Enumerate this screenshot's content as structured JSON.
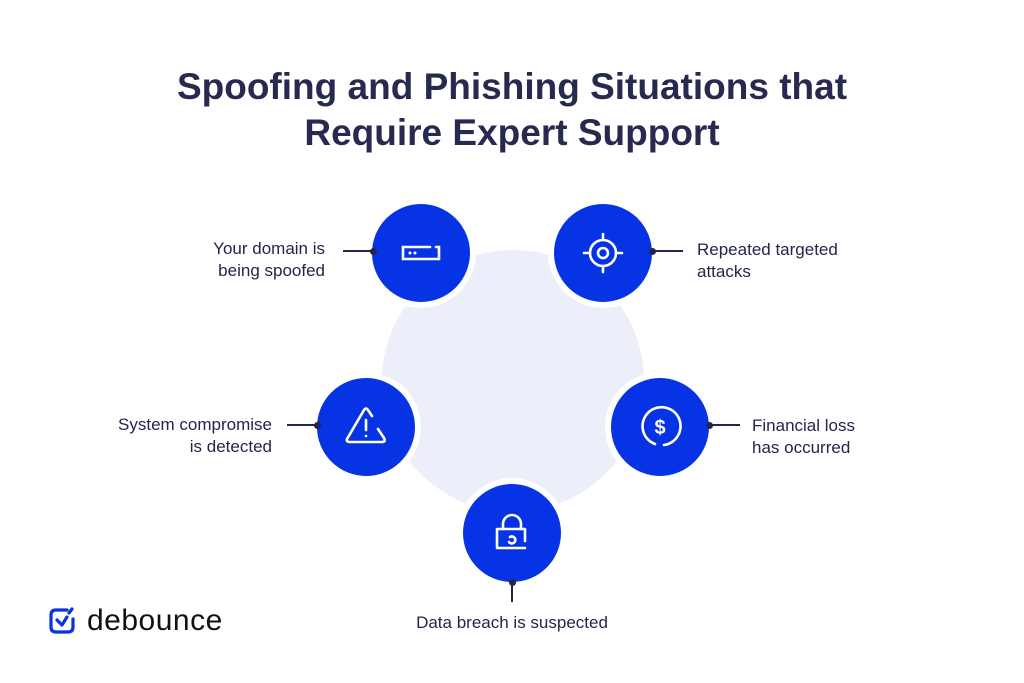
{
  "title_line1": "Spoofing and Phishing Situations that",
  "title_line2": "Require Expert Support",
  "items": [
    {
      "icon": "domain-bar-icon",
      "line1": "Your domain is",
      "line2": "being spoofed"
    },
    {
      "icon": "target-icon",
      "line1": "Repeated targeted",
      "line2": "attacks"
    },
    {
      "icon": "warning-icon",
      "line1": "System compromise",
      "line2": "is detected"
    },
    {
      "icon": "dollar-icon",
      "line1": "Financial loss",
      "line2": "has occurred"
    },
    {
      "icon": "lock-icon",
      "line1": "Data breach is suspected"
    }
  ],
  "logo": {
    "text": "debounce"
  },
  "colors": {
    "accent": "#0633e3",
    "text": "#23264a",
    "bg_circle": "#eceef9"
  }
}
